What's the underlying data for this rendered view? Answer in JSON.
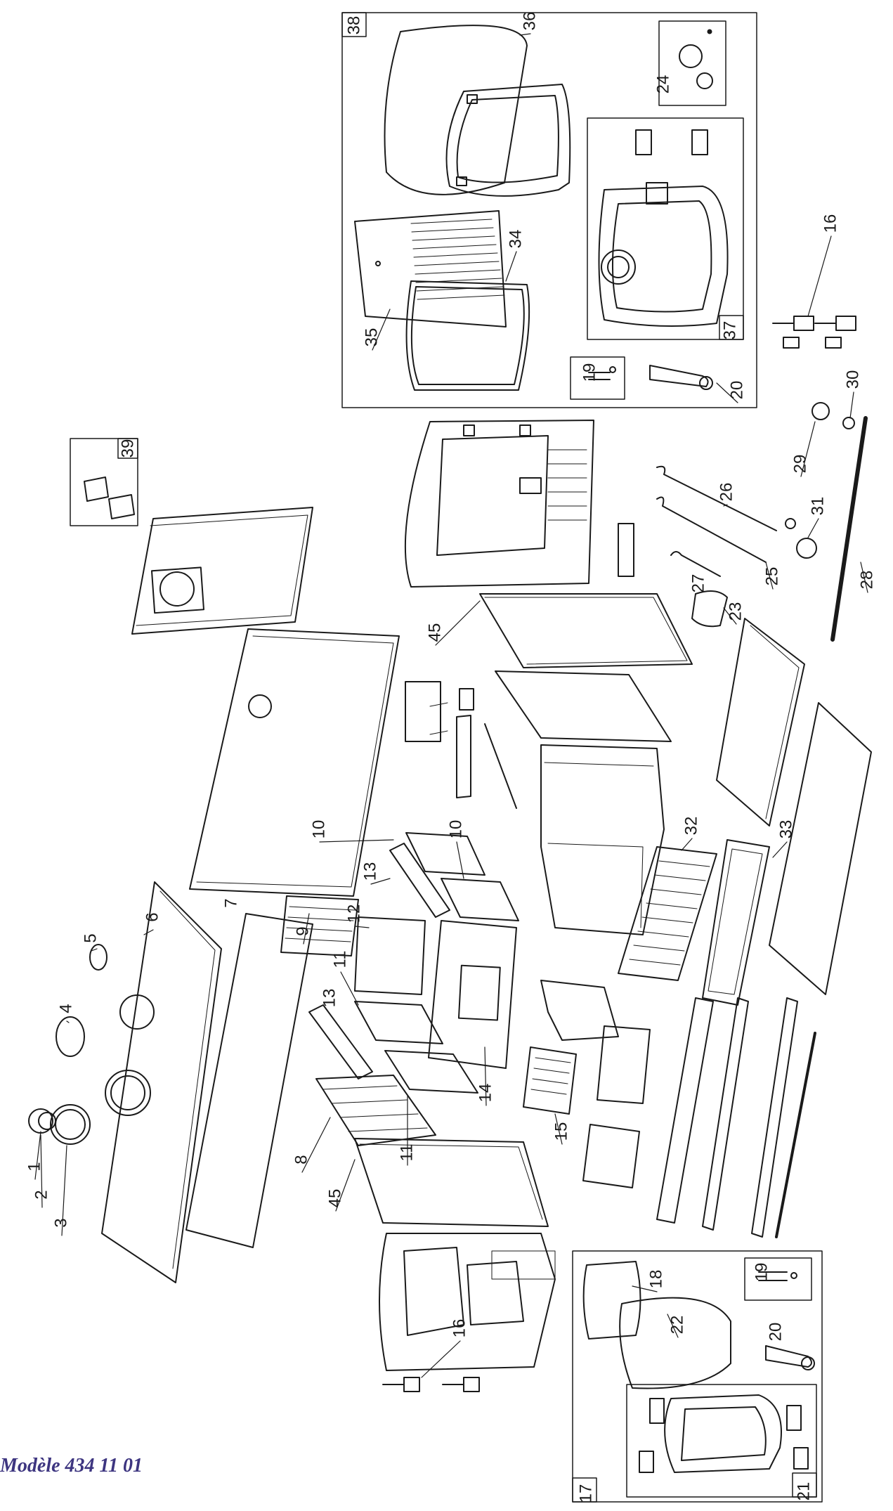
{
  "model_label": "Modèle 434 11 01",
  "colors": {
    "line": "#1a1a1a",
    "model_text": "#3d3580",
    "background": "#ffffff"
  },
  "callouts": [
    "1",
    "2",
    "3",
    "4",
    "5",
    "6",
    "7",
    "8",
    "9",
    "10",
    "10",
    "11",
    "11",
    "12",
    "13",
    "13",
    "14",
    "15",
    "16",
    "16",
    "17",
    "18",
    "19",
    "19",
    "20",
    "20",
    "21",
    "22",
    "23",
    "24",
    "25",
    "26",
    "27",
    "28",
    "29",
    "30",
    "31",
    "32",
    "33",
    "34",
    "35",
    "36",
    "37",
    "38",
    "39",
    "45",
    "45"
  ]
}
